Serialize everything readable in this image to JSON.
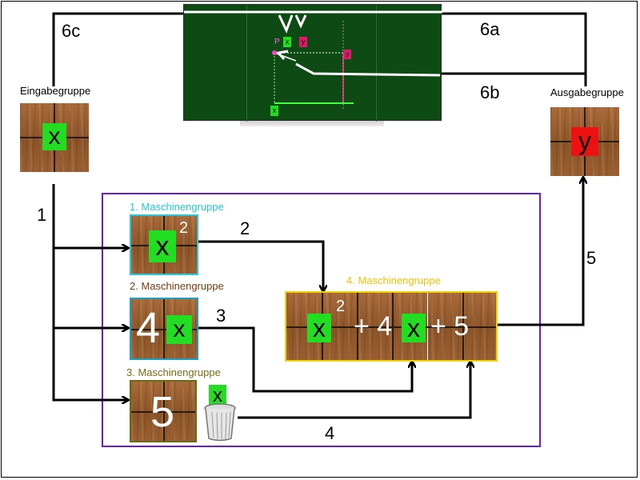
{
  "groups": {
    "input": {
      "title": "Eingabegruppe",
      "symbol": "x"
    },
    "output": {
      "title": "Ausgabegruppe",
      "symbol": "y"
    },
    "machine1": {
      "title": "1. Maschinengruppe",
      "symbol": "x",
      "exponent": "2",
      "title_color": "#22c8d8"
    },
    "machine2": {
      "title": "2. Maschinengruppe",
      "coefficient": "4",
      "symbol": "x",
      "title_color": "#7a3b10"
    },
    "machine3": {
      "title": "3. Maschinengruppe",
      "constant": "5",
      "symbol": "x",
      "title_color": "#7a6a10"
    },
    "machine4": {
      "title": "4. Maschinengruppe",
      "title_color": "#f2c200",
      "term1": "x",
      "exp": "2",
      "plus1": "+ 4",
      "term2": "x",
      "plus2": "+ 5"
    }
  },
  "arrows": {
    "a1": "1",
    "a2": "2",
    "a3": "3",
    "a4": "4",
    "a5": "5",
    "a6a": "6a",
    "a6b": "6b",
    "a6c": "6c"
  },
  "board": {
    "point_label": "P",
    "x_tag": "x",
    "y_tag": "y",
    "axis_x_tag": "x",
    "side_y_tag": "y"
  },
  "colors": {
    "frame_border": "#6a1fc9",
    "green": "#22dd22",
    "red": "#ee1111",
    "machine1_border": "#28c8d8",
    "machine2_border": "#20a0c0",
    "machine3_border": "#6a6a10",
    "machine4_border": "#f2d200"
  },
  "icons": [
    "trash-can-icon"
  ]
}
